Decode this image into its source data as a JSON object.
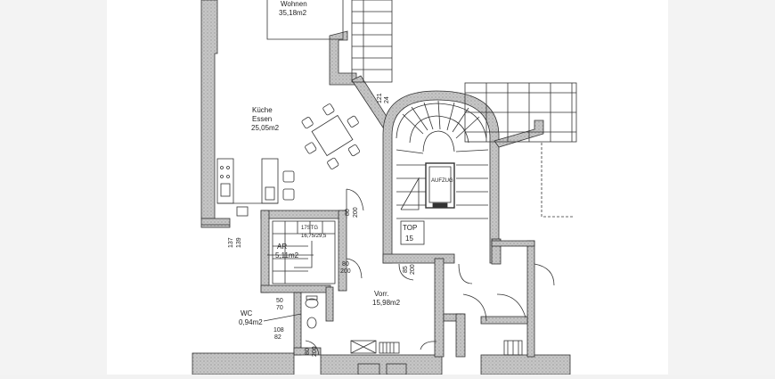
{
  "rooms": {
    "wohnen": {
      "name": "Wohnen",
      "area": "35,18m2"
    },
    "kueche": {
      "name": "Küche",
      "name2": "Essen",
      "area": "25,05m2"
    },
    "ar": {
      "name": "AR",
      "area": "5,11m2"
    },
    "vorr": {
      "name": "Vorr.",
      "area": "15,98m2"
    },
    "wc": {
      "name": "WC",
      "area": "0,94m2"
    },
    "top": {
      "name": "TOP",
      "number": "15"
    }
  },
  "labels": {
    "aufzug": "AUFZUG",
    "stairs": "17STG",
    "stairs_dim": "16,75/29,5"
  },
  "dimensions": {
    "d_137": "137",
    "d_139": "139",
    "d_80_200a": {
      "w": "80",
      "h": "200"
    },
    "d_80_200b": {
      "w": "80",
      "h": "200"
    },
    "d_85_200": {
      "w": "85",
      "h": "200"
    },
    "d_50_70": {
      "w": "50",
      "h": "70"
    },
    "d_108_82": {
      "w": "108",
      "h": "82"
    },
    "d_80_200c": {
      "w": "80",
      "h": "200"
    },
    "d_121_24": {
      "w": "121",
      "h": "24"
    }
  },
  "colors": {
    "wall_fill": "#bdbdbd",
    "line": "#333333",
    "page_bg": "#f2f2f2",
    "sheet_bg": "#ffffff"
  }
}
